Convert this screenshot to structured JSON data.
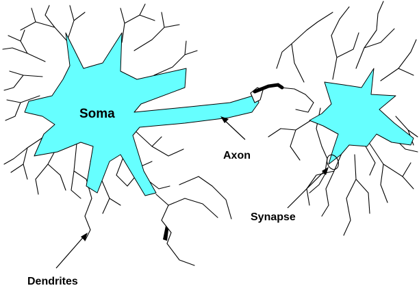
{
  "colors": {
    "cell_fill": "#66FFFF",
    "line": "#000000",
    "background": "#FFFFFF"
  },
  "labels": {
    "soma": "Soma",
    "axon": "Axon",
    "synapse": "Synapse",
    "dendrites": "Dendrites"
  }
}
